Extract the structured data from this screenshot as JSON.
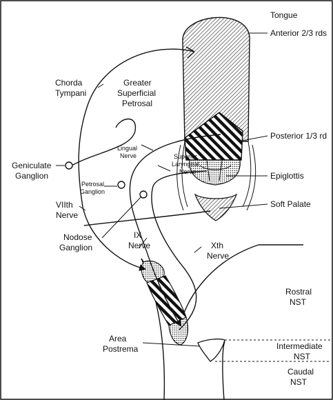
{
  "labels": {
    "tongue": "Tongue",
    "anterior": "Anterior 2/3 rds",
    "posterior": "Posterior 1/3 rd",
    "epiglottis": "Epiglottis",
    "soft_palate": "Soft Palate",
    "chorda_1": "Chorda",
    "chorda_2": "Tympani",
    "gsp_1": "Greater",
    "gsp_2": "Superficial",
    "gsp_3": "Petrosal",
    "geniculate_1": "Geniculate",
    "geniculate_2": "Ganglion",
    "lingual_1": "Lingual",
    "lingual_2": "Nerve",
    "slaryngeal_1": "Superior",
    "slaryngeal_2": "Laryngeal",
    "slaryngeal_3": "Nerve",
    "petrosal_1": "Petrosal",
    "petrosal_2": "Ganglion",
    "viith_1": "VIIth",
    "viith_2": "Nerve",
    "nodose_1": "Nodose",
    "nodose_2": "Ganglion",
    "ix_1": "IX",
    "ix_2": "Nerve",
    "xth_1": "Xth",
    "xth_2": "Nerve",
    "rostral_1": "Rostral",
    "rostral_2": "NST",
    "area_1": "Area",
    "area_2": "Postrema",
    "intermediate_1": "Intermediate",
    "intermediate_2": "NST",
    "caudal_1": "Caudal",
    "caudal_2": "NST"
  }
}
